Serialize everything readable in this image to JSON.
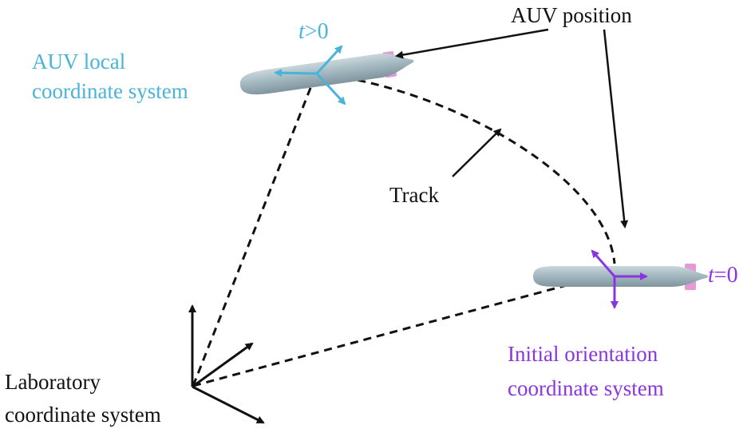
{
  "labels": {
    "auv_position": "AUV position",
    "auv_local_line1": "AUV local",
    "auv_local_line2": "coordinate system",
    "track": "Track",
    "initial_line1": "Initial orientation",
    "initial_line2": "coordinate system",
    "lab_line1": "Laboratory",
    "lab_line2": "coordinate system",
    "t_var_top": "t",
    "t_rel_top": ">0",
    "t_var_bottom": "t",
    "t_rel_bottom": "=0"
  },
  "colors": {
    "local_frame": "#4ab3d8",
    "initial_frame": "#8a35e0",
    "lab_frame": "#111111",
    "auv_body": "#9fb4bd",
    "auv_fin": "#e59ad6"
  }
}
